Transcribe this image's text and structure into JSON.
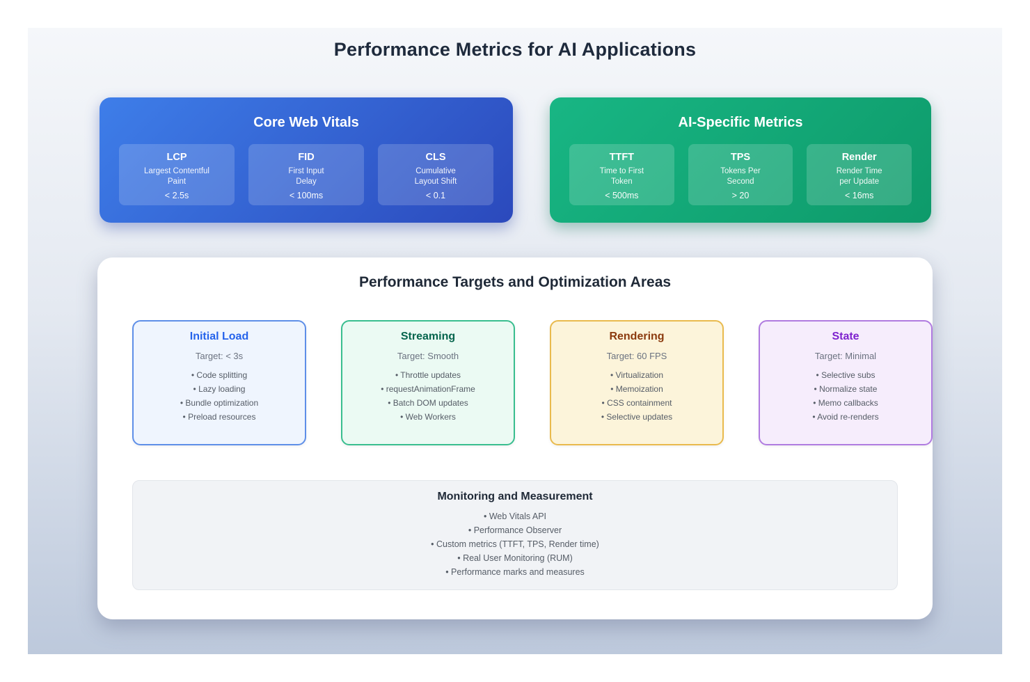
{
  "page_title": "Performance Metrics for AI Applications",
  "metric_groups": [
    {
      "title": "Core Web Vitals",
      "theme": "blue",
      "colors": {
        "gradient_from": "#3E7EE9",
        "gradient_to": "#2B49BC"
      },
      "metrics": [
        {
          "name": "LCP",
          "desc": [
            "Largest Contentful",
            "Paint"
          ],
          "value": "< 2.5s"
        },
        {
          "name": "FID",
          "desc": [
            "First Input",
            "Delay"
          ],
          "value": "< 100ms"
        },
        {
          "name": "CLS",
          "desc": [
            "Cumulative",
            "Layout Shift"
          ],
          "value": "< 0.1"
        }
      ]
    },
    {
      "title": "AI-Specific Metrics",
      "theme": "green",
      "colors": {
        "gradient_from": "#18B684",
        "gradient_to": "#0E9A6A"
      },
      "metrics": [
        {
          "name": "TTFT",
          "desc": [
            "Time to First",
            "Token"
          ],
          "value": "< 500ms"
        },
        {
          "name": "TPS",
          "desc": [
            "Tokens Per",
            "Second"
          ],
          "value": "> 20"
        },
        {
          "name": "Render",
          "desc": [
            "Render Time",
            "per Update"
          ],
          "value": "< 16ms"
        }
      ]
    }
  ],
  "targets_panel": {
    "title": "Performance Targets and Optimization Areas",
    "areas": [
      {
        "title": "Initial Load",
        "target": "Target: < 3s",
        "items": [
          "Code splitting",
          "Lazy loading",
          "Bundle optimization",
          "Preload resources"
        ],
        "colors": {
          "accent": "#2563EB",
          "border": "#5E8FE8",
          "background": "#EFF5FE"
        }
      },
      {
        "title": "Streaming",
        "target": "Target: Smooth",
        "items": [
          "Throttle updates",
          "requestAnimationFrame",
          "Batch DOM updates",
          "Web Workers"
        ],
        "colors": {
          "accent": "#06654D",
          "border": "#39BE8F",
          "background": "#EBFAF3"
        }
      },
      {
        "title": "Rendering",
        "target": "Target: 60 FPS",
        "items": [
          "Virtualization",
          "Memoization",
          "CSS containment",
          "Selective updates"
        ],
        "colors": {
          "accent": "#8B3A0E",
          "border": "#E9BA4D",
          "background": "#FCF4DA"
        }
      },
      {
        "title": "State",
        "target": "Target: Minimal",
        "items": [
          "Selective subs",
          "Normalize state",
          "Memo callbacks",
          "Avoid re-renders"
        ],
        "colors": {
          "accent": "#7E22CE",
          "border": "#B07BE0",
          "background": "#F6EDFC"
        }
      }
    ],
    "monitoring": {
      "title": "Monitoring and Measurement",
      "items": [
        "Web Vitals API",
        "Performance Observer",
        "Custom metrics (TTFT, TPS, Render time)",
        "Real User Monitoring (RUM)",
        "Performance marks and measures"
      ]
    }
  }
}
